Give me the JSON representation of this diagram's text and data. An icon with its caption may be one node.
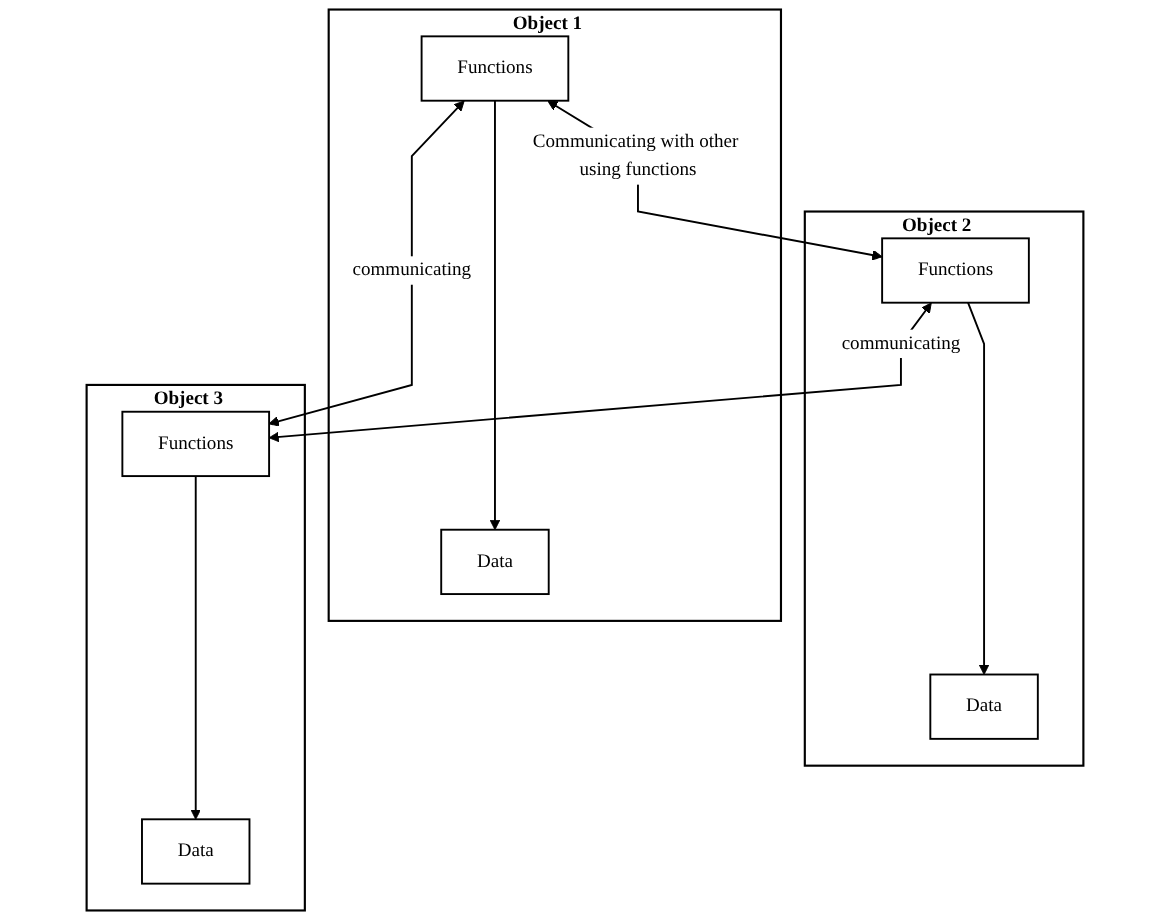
{
  "diagram": {
    "nodes": [
      {
        "text": [
          "Object 1"
        ]
      },
      {
        "text": [
          "Data"
        ],
        "in": 0
      },
      {
        "text": [
          "Functions"
        ],
        "in": 0
      },
      {
        "text": [
          "Object 2"
        ]
      },
      {
        "text": [
          "Data"
        ],
        "in": 3
      },
      {
        "text": [
          "Functions"
        ],
        "in": 3
      },
      {
        "text": [
          "Object 3"
        ]
      },
      {
        "text": [
          "Data"
        ],
        "in": 6
      },
      {
        "text": [
          "Functions"
        ],
        "in": 6
      }
    ],
    "edges": [
      {
        "from": 2,
        "to": 1,
        "arrow": "to"
      },
      {
        "from": 5,
        "to": 4,
        "arrow": "to"
      },
      {
        "from": 8,
        "to": 7,
        "arrow": "to"
      },
      {
        "from": 2,
        "to": 5,
        "arrow": "both",
        "label": "Communicating with other using functions"
      },
      {
        "from": 2,
        "to": 8,
        "arrow": "both",
        "label": "communicating"
      },
      {
        "from": 5,
        "to": 8,
        "arrow": "both",
        "label": "communicating"
      }
    ]
  }
}
